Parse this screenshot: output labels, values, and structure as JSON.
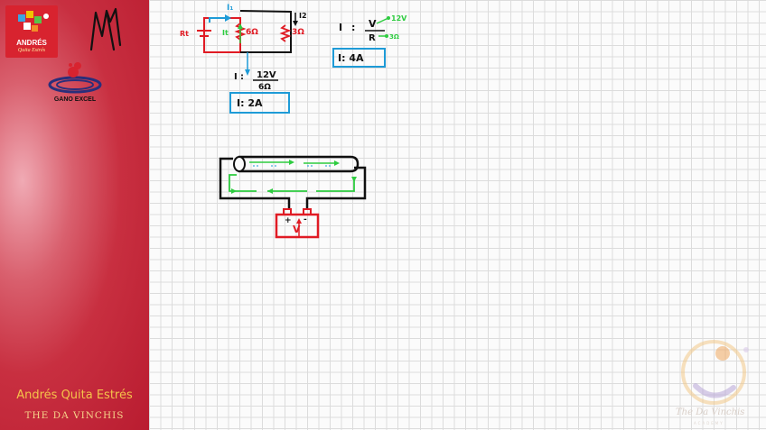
{
  "sidebar": {
    "logo_title": "ANDRÉS",
    "logo_subtitle": "Quita Estrés",
    "partner_name": "GANO EXCEL",
    "partner_sub": "",
    "brand_name": "Andrés Quita Estrés",
    "brand_tagline": "THE DA VINCHIS"
  },
  "board": {
    "circuit1": {
      "label_i1": "I₁",
      "label_i2": "I2",
      "label_rt": "Rt",
      "label_it": "It",
      "resistor_a": "6Ω",
      "resistor_b": "3Ω"
    },
    "calc1": {
      "i_label": "I",
      "numerator": "12V",
      "denominator": "6Ω",
      "result": "I: 2A"
    },
    "calc2": {
      "i_label": "I",
      "numerator": "V",
      "denominator": "R",
      "v_value": "12V",
      "r_value": "3Ω",
      "result": "I: 4A"
    },
    "circuit2": {
      "battery_plus": "+",
      "battery_minus": "-",
      "battery_label": "V"
    }
  },
  "watermark": {
    "text": "The Da Vinchis",
    "sub": "ACADEMY"
  },
  "colors": {
    "sidebar_red": "#c82f40",
    "ink_red": "#e01b24",
    "ink_green": "#2ecc40",
    "ink_blue": "#1e9bd7",
    "ink_black": "#111111",
    "gold": "#f5c34a"
  }
}
